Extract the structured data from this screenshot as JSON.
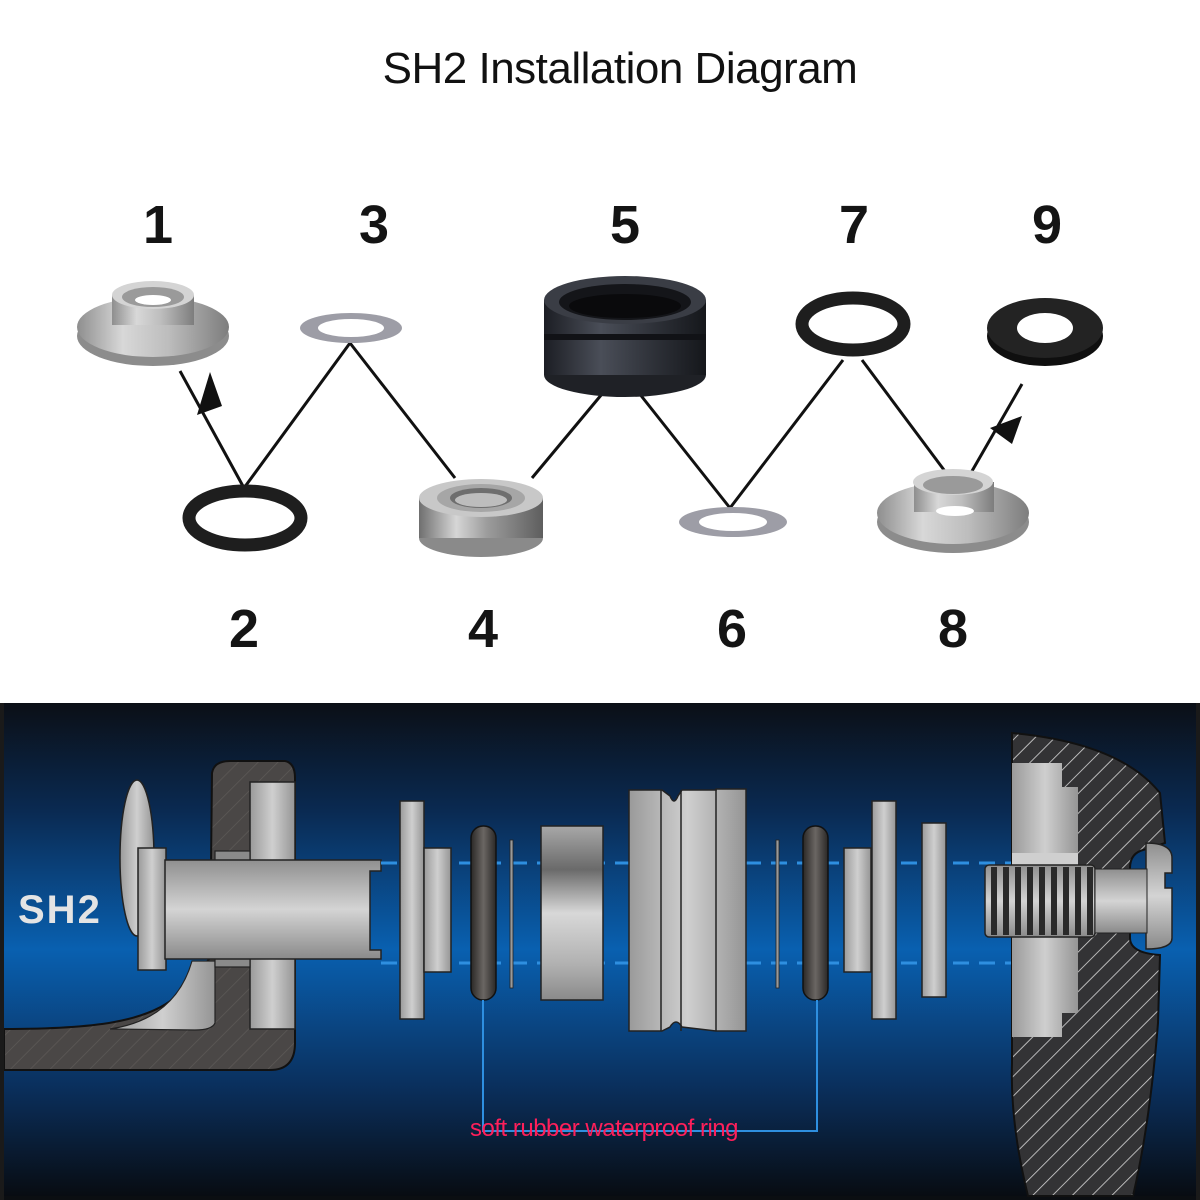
{
  "title": "SH2 Installation Diagram",
  "parts": [
    {
      "number": "1",
      "name": "flanged metal bushing (top)",
      "color": "#b9b9b9"
    },
    {
      "number": "2",
      "name": "black rubber o-ring",
      "color": "#1e1e1e"
    },
    {
      "number": "3",
      "name": "thin metal shim washer",
      "color": "#9a9aa2"
    },
    {
      "number": "4",
      "name": "ball bearing",
      "color": "#a8a8a8"
    },
    {
      "number": "5",
      "name": "dark grooved sleeve",
      "color": "#2a2d34"
    },
    {
      "number": "6",
      "name": "thin metal shim washer",
      "color": "#9a9aa2"
    },
    {
      "number": "7",
      "name": "black rubber o-ring",
      "color": "#1e1e1e"
    },
    {
      "number": "8",
      "name": "flanged metal bushing (bottom)",
      "color": "#b9b9b9"
    },
    {
      "number": "9",
      "name": "black flat washer",
      "color": "#1c1c1c"
    }
  ],
  "cross_section": {
    "shaft_label": "SH2",
    "ring_label": "soft rubber waterproof ring",
    "colors": {
      "background_top": "#0a1220",
      "background_mid": "#0a5aa8",
      "hatch_body": "#3a3a3a",
      "metal": "#b5b5b5",
      "rubber": "#3a3836",
      "guide_line": "#2e8fe0",
      "ring_label": "#ff1f5a"
    }
  }
}
